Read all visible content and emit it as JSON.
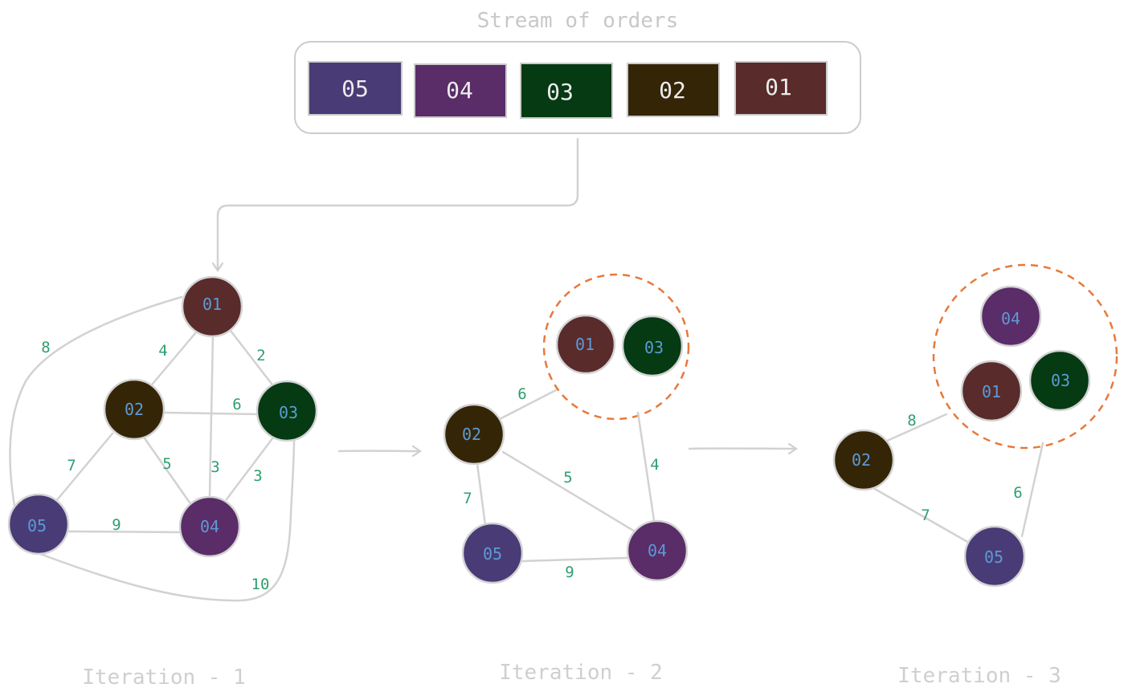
{
  "title": "Stream of orders",
  "colors": {
    "order_05": "#493b76",
    "order_04": "#5a2c68",
    "order_03": "#053a12",
    "order_02": "#352507",
    "order_01": "#592b2b",
    "edge": "#d2d2d2",
    "weight_text": "#2f9e6e",
    "node_text": "#5b9bd5",
    "cluster_outline": "#e8793a"
  },
  "stream": {
    "orders": [
      {
        "label": "05"
      },
      {
        "label": "04"
      },
      {
        "label": "03"
      },
      {
        "label": "02"
      },
      {
        "label": "01"
      }
    ]
  },
  "iterations": [
    {
      "caption": "Iteration - 1",
      "nodes": [
        {
          "label": "01"
        },
        {
          "label": "02"
        },
        {
          "label": "03"
        },
        {
          "label": "05"
        },
        {
          "label": "04"
        }
      ],
      "weights": [
        "8",
        "4",
        "2",
        "6",
        "7",
        "5",
        "3",
        "3",
        "9",
        "10"
      ]
    },
    {
      "caption": "Iteration - 2",
      "nodes": [
        {
          "label": "01"
        },
        {
          "label": "03"
        },
        {
          "label": "02"
        },
        {
          "label": "05"
        },
        {
          "label": "04"
        }
      ],
      "weights": [
        "6",
        "7",
        "5",
        "4",
        "9"
      ]
    },
    {
      "caption": "Iteration - 3",
      "nodes": [
        {
          "label": "04"
        },
        {
          "label": "01"
        },
        {
          "label": "03"
        },
        {
          "label": "02"
        },
        {
          "label": "05"
        }
      ],
      "weights": [
        "8",
        "7",
        "6"
      ]
    }
  ]
}
